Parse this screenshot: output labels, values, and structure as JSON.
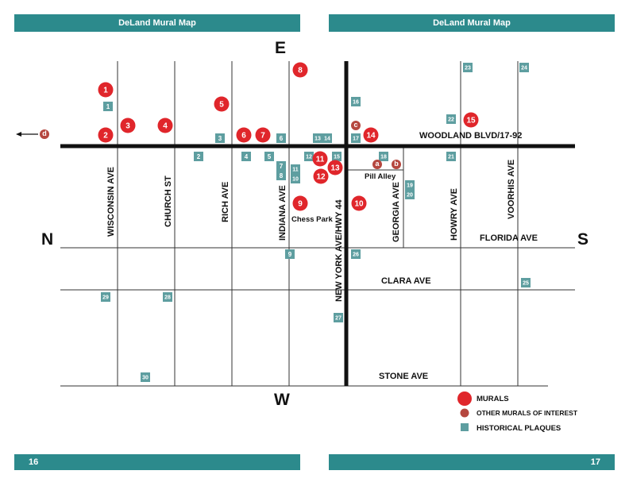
{
  "header": {
    "left_title": "DeLand Mural Map",
    "right_title": "DeLand Mural Map"
  },
  "footer": {
    "left_page": "16",
    "right_page": "17"
  },
  "compass": {
    "north": "N",
    "south": "S",
    "east": "E",
    "west": "W"
  },
  "streets": {
    "woodland": "WOODLAND BLVD/17-92",
    "new_york": "NEW YORK AVE/HWY 44",
    "wisconsin": "WISCONSIN AVE",
    "church": "CHURCH ST",
    "rich": "RICH AVE",
    "indiana": "INDIANA AVE",
    "georgia": "GEORGIA AVE",
    "howry": "HOWRY AVE",
    "voorhis": "VOORHIS AVE",
    "florida": "FLORIDA AVE",
    "clara": "CLARA AVE",
    "stone": "STONE AVE"
  },
  "places": {
    "chess_park": "Chess Park",
    "pill_alley": "Pill Alley"
  },
  "murals": [
    "1",
    "2",
    "3",
    "4",
    "5",
    "6",
    "7",
    "8",
    "9",
    "10",
    "11",
    "12",
    "13",
    "14",
    "15"
  ],
  "other_murals": [
    "a",
    "b",
    "c",
    "d"
  ],
  "plaques": [
    "1",
    "2",
    "3",
    "4",
    "5",
    "6",
    "7",
    "8",
    "9",
    "10",
    "11",
    "12",
    "13",
    "14",
    "15",
    "16",
    "17",
    "18",
    "19",
    "20",
    "21",
    "22",
    "23",
    "24",
    "25",
    "26",
    "27",
    "28",
    "29",
    "30"
  ],
  "legend": {
    "murals": "MURALS",
    "other": "OTHER MURALS OF INTEREST",
    "plaques": "HISTORICAL PLAQUES"
  },
  "colors": {
    "teal": "#2c8a8c",
    "mural_red": "#e0262b",
    "other_red": "#b5473f",
    "plaque_teal": "#5e9ea0"
  }
}
